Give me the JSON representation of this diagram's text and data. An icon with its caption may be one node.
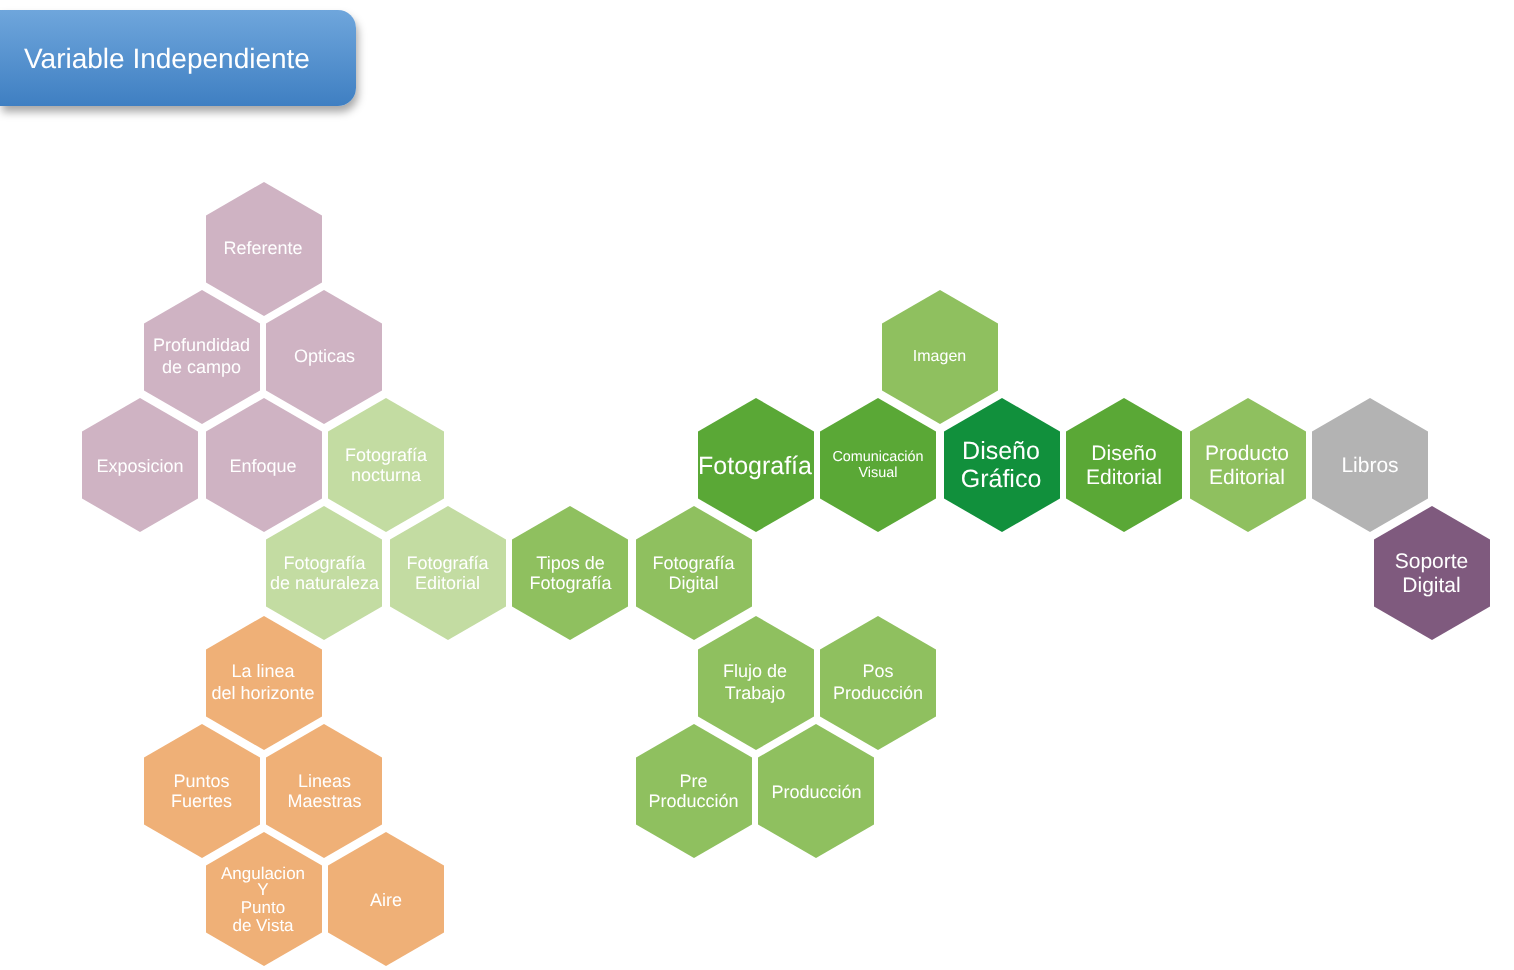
{
  "diagram": {
    "title": "Variable Independiente",
    "nodes": [
      {
        "text": [
          "Referente"
        ]
      },
      {
        "text": [
          "Profundidad de campo"
        ]
      },
      {
        "text": [
          "Opticas"
        ]
      },
      {
        "text": [
          "Imagen"
        ]
      },
      {
        "text": [
          "Exposicion"
        ]
      },
      {
        "text": [
          "Enfoque"
        ]
      },
      {
        "text": [
          "Fotografía nocturna"
        ]
      },
      {
        "text": [
          "Fotografía"
        ]
      },
      {
        "text": [
          "Comunicación Visual"
        ]
      },
      {
        "text": [
          "Diseño Gráfico"
        ]
      },
      {
        "text": [
          "Diseño Editorial"
        ]
      },
      {
        "text": [
          "Producto Editorial"
        ]
      },
      {
        "text": [
          "Libros"
        ]
      },
      {
        "text": [
          "Fotografía de naturaleza"
        ]
      },
      {
        "text": [
          "Fotografía Editorial"
        ]
      },
      {
        "text": [
          "Tipos de Fotografía"
        ]
      },
      {
        "text": [
          "Fotografía Digital"
        ]
      },
      {
        "text": [
          "Soporte Digital"
        ]
      },
      {
        "text": [
          "La linea del horizonte"
        ]
      },
      {
        "text": [
          "Flujo de Trabajo"
        ]
      },
      {
        "text": [
          "Pos Producción"
        ]
      },
      {
        "text": [
          "Puntos Fuertes"
        ]
      },
      {
        "text": [
          "Lineas Maestras"
        ]
      },
      {
        "text": [
          "Pre Producción"
        ]
      },
      {
        "text": [
          "Producción"
        ]
      },
      {
        "text": [
          "Angulacion Y Punto de Vista"
        ]
      },
      {
        "text": [
          "Aire"
        ]
      }
    ]
  }
}
